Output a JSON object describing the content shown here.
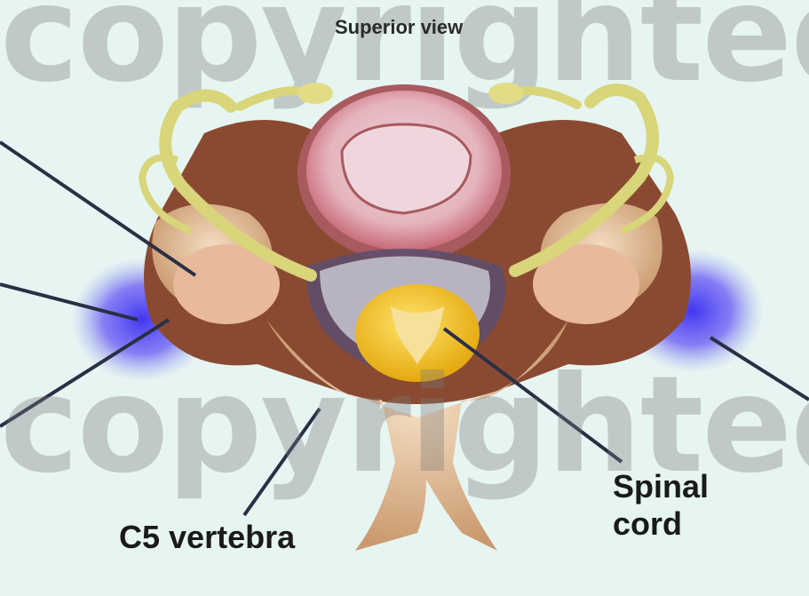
{
  "watermark": "copyrighted",
  "view_label": "Superior view",
  "labels": {
    "vertebra": "C5 vertebra",
    "spinal_cord_line1": "Spinal",
    "spinal_cord_line2": "cord"
  },
  "colors": {
    "background": "#e6f5f1",
    "bone": "#e7c7a2",
    "bone_dark": "#8a4a32",
    "disc": "#d98b95",
    "nucleus": "#eed6dc",
    "cord": "#f2c21c",
    "nerve": "#d8d57a",
    "inflammation": "#4b3cf0"
  }
}
